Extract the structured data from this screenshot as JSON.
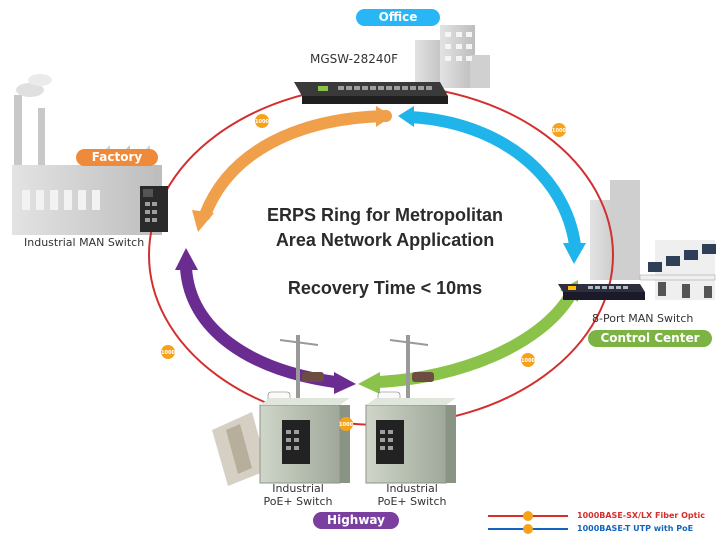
{
  "title": {
    "line1": "ERPS Ring for Metropolitan",
    "line2": "Area Network Application",
    "recovery": "Recovery Time < 10ms"
  },
  "sites": {
    "office": "Office",
    "factory": "Factory",
    "control_center": "Control Center",
    "highway": "Highway"
  },
  "devices": {
    "core": "MGSW-28240F",
    "industrial_man": "Industrial MAN Switch",
    "eight_port": "8-Port MAN Switch",
    "poe_left_line1": "Industrial",
    "poe_left_line2": "PoE+ Switch",
    "poe_right_line1": "Industrial",
    "poe_right_line2": "PoE+ Switch"
  },
  "link_badges": [
    "1000",
    "1000",
    "1000",
    "1000",
    "1000",
    "1000"
  ],
  "legend": {
    "fiber": "1000BASE-SX/LX Fiber Optic",
    "utp": "1000BASE-T UTP with PoE",
    "fiber_color": "#d32f2f",
    "utp_color": "#1565c0"
  },
  "colors": {
    "office_pill": "#29b6f6",
    "factory_pill": "#ef8a3a",
    "control_pill": "#7cb342",
    "highway_pill": "#7b3fa0",
    "ring": "#d32f2f",
    "arrow_orange": "#f0a04b",
    "arrow_blue": "#1fb5ea",
    "arrow_purple": "#6a2c91",
    "arrow_green": "#8bc34a"
  }
}
